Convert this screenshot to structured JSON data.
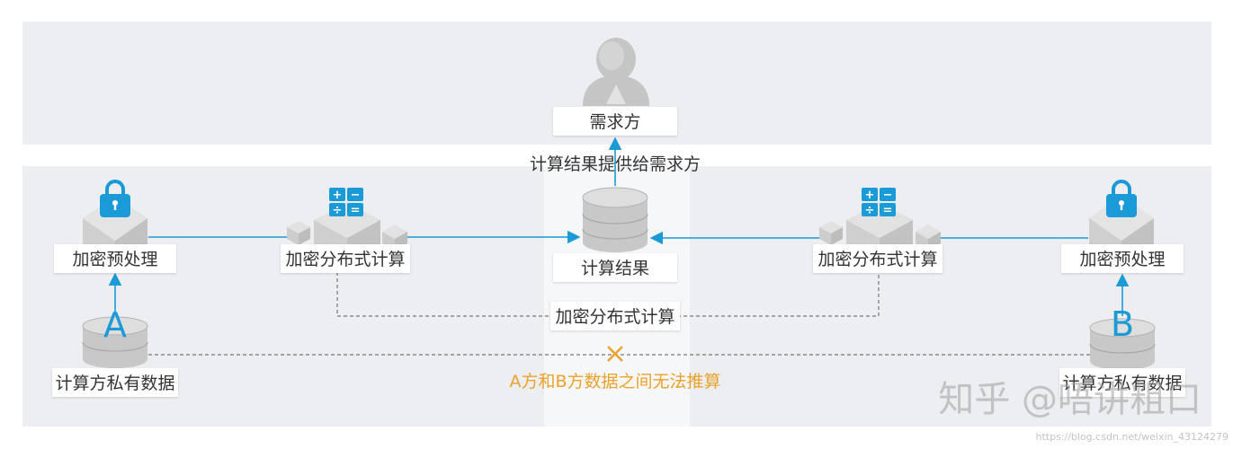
{
  "diagram": {
    "requester": "需求方",
    "result_to_requester": "计算结果提供给需求方",
    "result": "计算结果",
    "left": {
      "preprocess": "加密预处理",
      "distributed": "加密分布式计算",
      "party_letter": "A",
      "private_data": "计算方私有数据"
    },
    "right": {
      "preprocess": "加密预处理",
      "distributed": "加密分布式计算",
      "party_letter": "B",
      "private_data": "计算方私有数据"
    },
    "bottom_distributed": "加密分布式计算",
    "no_inference": "A方和B方数据之间无法推算",
    "calc_glyphs": [
      "+",
      "−",
      "÷",
      "="
    ],
    "icons": [
      "user-icon",
      "lock-icon",
      "calculator-icon",
      "database-icon",
      "cross-icon"
    ]
  },
  "watermark": {
    "text": "知乎 @唔讲粗口",
    "url": "https://blog.csdn.net/weixin_43124279"
  },
  "colors": {
    "accent": "#1a9ad6",
    "warning": "#eba12a",
    "panel": "#eceef2",
    "center_column": "#f6f7f9",
    "box_light": "#dcdcdc",
    "box_dark": "#c5c5c5"
  }
}
